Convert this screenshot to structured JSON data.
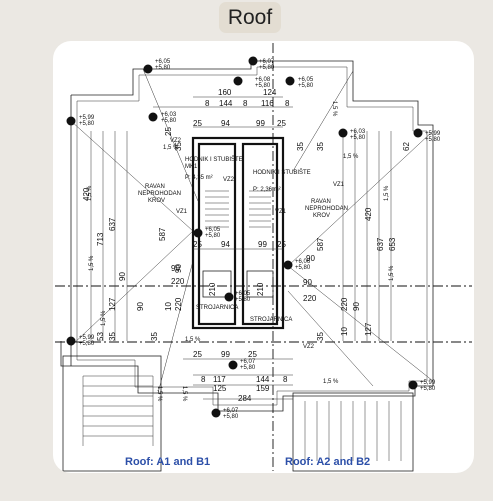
{
  "header": {
    "title": "Roof"
  },
  "plan": {
    "levels": {
      "l1": [
        "+6,05",
        "+5,80"
      ],
      "l2": [
        "+6,07",
        "+5,80"
      ],
      "l3": [
        "+6,08",
        "+5,80"
      ],
      "l4": [
        "+6,05",
        "+5,80"
      ],
      "l5": [
        "+6,03",
        "+5,80"
      ],
      "l6": [
        "+5,99",
        "+5,80"
      ],
      "l7": [
        "+6,03",
        "+5,80"
      ],
      "l8": [
        "+5,99",
        "+5,80"
      ],
      "l9": [
        "+6,05",
        "+5,80"
      ],
      "l10": [
        "+6,06",
        "+5,80"
      ],
      "l11": [
        "+6,05",
        "+5,80"
      ],
      "l12": [
        "+5,99",
        "+5,80"
      ],
      "l13": [
        "+5,99",
        "+5,80"
      ],
      "l14": [
        "+6,07",
        "+5,80"
      ],
      "l15": [
        "+6,07",
        "+5,80"
      ]
    },
    "dims_top": [
      "160",
      "124",
      "8",
      "144",
      "8",
      "116",
      "8",
      "25",
      "94",
      "99",
      "25"
    ],
    "dims_mid": [
      "25",
      "94",
      "99",
      "25"
    ],
    "dims_bottom": [
      "25",
      "99",
      "25",
      "8",
      "117",
      "144",
      "8",
      "125",
      "159",
      "284"
    ],
    "dims_left_vertical": [
      "713",
      "637",
      "420",
      "587",
      "127",
      "90",
      "90",
      "35",
      "53",
      "35",
      "10",
      "220",
      "90",
      "35",
      "25"
    ],
    "dims_right_vertical": [
      "653",
      "637",
      "420",
      "587",
      "127",
      "90",
      "220",
      "10",
      "35",
      "62",
      "35"
    ],
    "dims_center": [
      "90",
      "220",
      "90",
      "220",
      "210",
      "210",
      "90",
      "35"
    ],
    "slopes": [
      "1,5 %",
      "1,5 %",
      "1,5 %",
      "1,5 %",
      "1,5 %",
      "1,5 %",
      "1,5 %",
      "1,5 %",
      "1,5 %",
      "1,5 %",
      "1,5 %",
      "1,5 %"
    ],
    "vz": [
      "VZ2",
      "VZ2",
      "VZ1",
      "VZ1",
      "VZ1",
      "VZ2"
    ],
    "rooms": {
      "left_roof": [
        "RAVAN",
        "NEPROHODAN",
        "KROV"
      ],
      "right_roof": [
        "RAVAN",
        "NEPROHODAN",
        "KROV"
      ],
      "stair_left": "HODNIK I STUBIŠTE",
      "stair_right": "HODNIK I STUBIŠTE",
      "room_left": "STROJARNICA",
      "room_right": "STROJARNICA",
      "room_code": "MK1",
      "p_left": "P: 4,35 m²",
      "p_right": "P: 2,36 m²"
    }
  },
  "captions": {
    "left": "Roof: A1 and B1",
    "right": "Roof: A2 and B2"
  }
}
